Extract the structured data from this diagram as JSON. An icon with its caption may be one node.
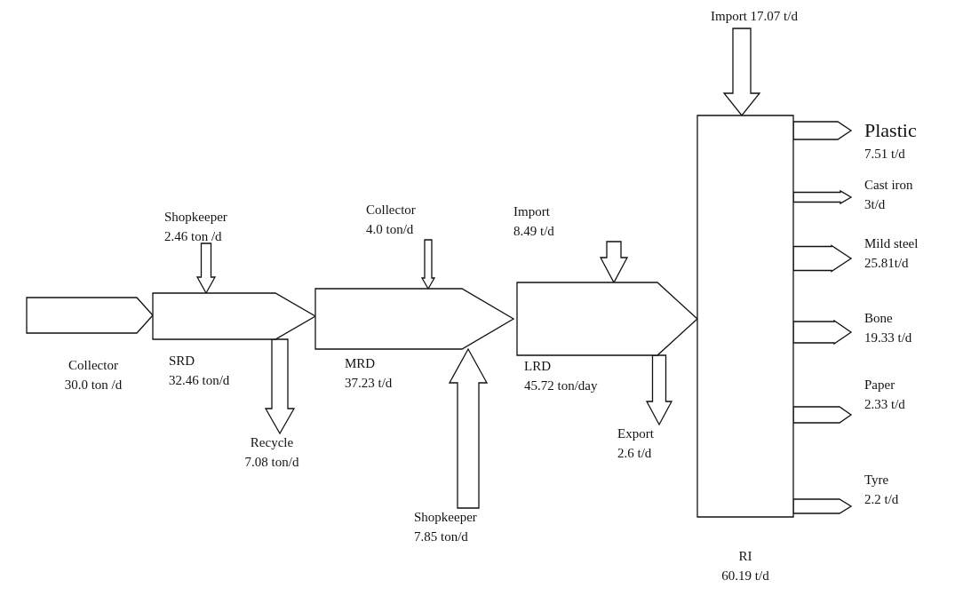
{
  "diagram": {
    "nodes": [
      {
        "text": [
          "Collector",
          "30.0 ton /d"
        ]
      },
      {
        "text": [
          "Shopkeeper",
          "2.46 ton /d"
        ]
      },
      {
        "text": [
          "SRD",
          "32.46 ton/d"
        ]
      },
      {
        "text": [
          "Recycle",
          "7.08 ton/d"
        ]
      },
      {
        "text": [
          "Collector",
          "4.0 ton/d"
        ]
      },
      {
        "text": [
          "MRD",
          "37.23 t/d"
        ]
      },
      {
        "text": [
          "Shopkeeper",
          "7.85 ton/d"
        ]
      },
      {
        "text": [
          "Import",
          "8.49 t/d"
        ]
      },
      {
        "text": [
          "LRD",
          "45.72 ton/day"
        ]
      },
      {
        "text": [
          "Export",
          "2.6 t/d"
        ]
      },
      {
        "text": [
          "Import 17.07 t/d"
        ]
      },
      {
        "text": [
          "RI",
          "60.19 t/d"
        ]
      },
      {
        "text": [
          "Plastic",
          "7.51 t/d"
        ]
      },
      {
        "text": [
          "Cast iron",
          "3t/d"
        ]
      },
      {
        "text": [
          "Mild steel",
          "25.81t/d"
        ]
      },
      {
        "text": [
          "Bone",
          "19.33 t/d"
        ]
      },
      {
        "text": [
          "Paper",
          "2.33 t/d"
        ]
      },
      {
        "text": [
          "Tyre",
          "2.2 t/d"
        ]
      }
    ],
    "edges": [
      {
        "from": 1,
        "to": 2,
        "arrow": "to"
      },
      {
        "from": 2,
        "to": 3,
        "arrow": "to"
      },
      {
        "from": 4,
        "to": 5,
        "arrow": "to"
      },
      {
        "from": 6,
        "to": 5,
        "arrow": "to"
      },
      {
        "from": 7,
        "to": 8,
        "arrow": "to"
      },
      {
        "from": 8,
        "to": 9,
        "arrow": "to"
      },
      {
        "from": 10,
        "to": 11,
        "arrow": "to"
      },
      {
        "from": 11,
        "to": 12,
        "arrow": "to"
      },
      {
        "from": 11,
        "to": 13,
        "arrow": "to"
      },
      {
        "from": 11,
        "to": 14,
        "arrow": "to"
      },
      {
        "from": 11,
        "to": 15,
        "arrow": "to"
      },
      {
        "from": 11,
        "to": 16,
        "arrow": "to"
      },
      {
        "from": 11,
        "to": 17,
        "arrow": "to"
      }
    ]
  }
}
